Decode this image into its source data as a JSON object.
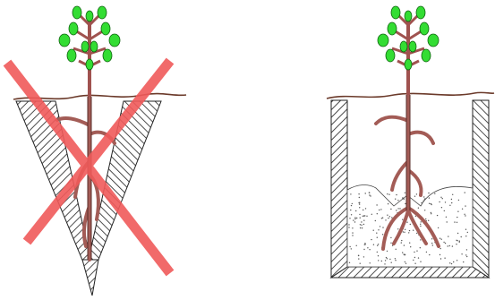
{
  "colors": {
    "stem": "#a0524f",
    "root": "#a35c56",
    "leaf": "#33dd33",
    "leaf_outline": "#116611",
    "hatch": "#222222",
    "ground": "#6b3a2a",
    "cross": "#f05a5a",
    "background": "#ffffff",
    "fill_dots": "#555555"
  },
  "panels": [
    {
      "label": "",
      "planting": "v-shaped-hole",
      "status": "incorrect",
      "marker": "red-x-cross"
    },
    {
      "label": "",
      "planting": "square-hole-with-loose-soil-at-bottom",
      "status": "correct",
      "marker": "none"
    }
  ]
}
